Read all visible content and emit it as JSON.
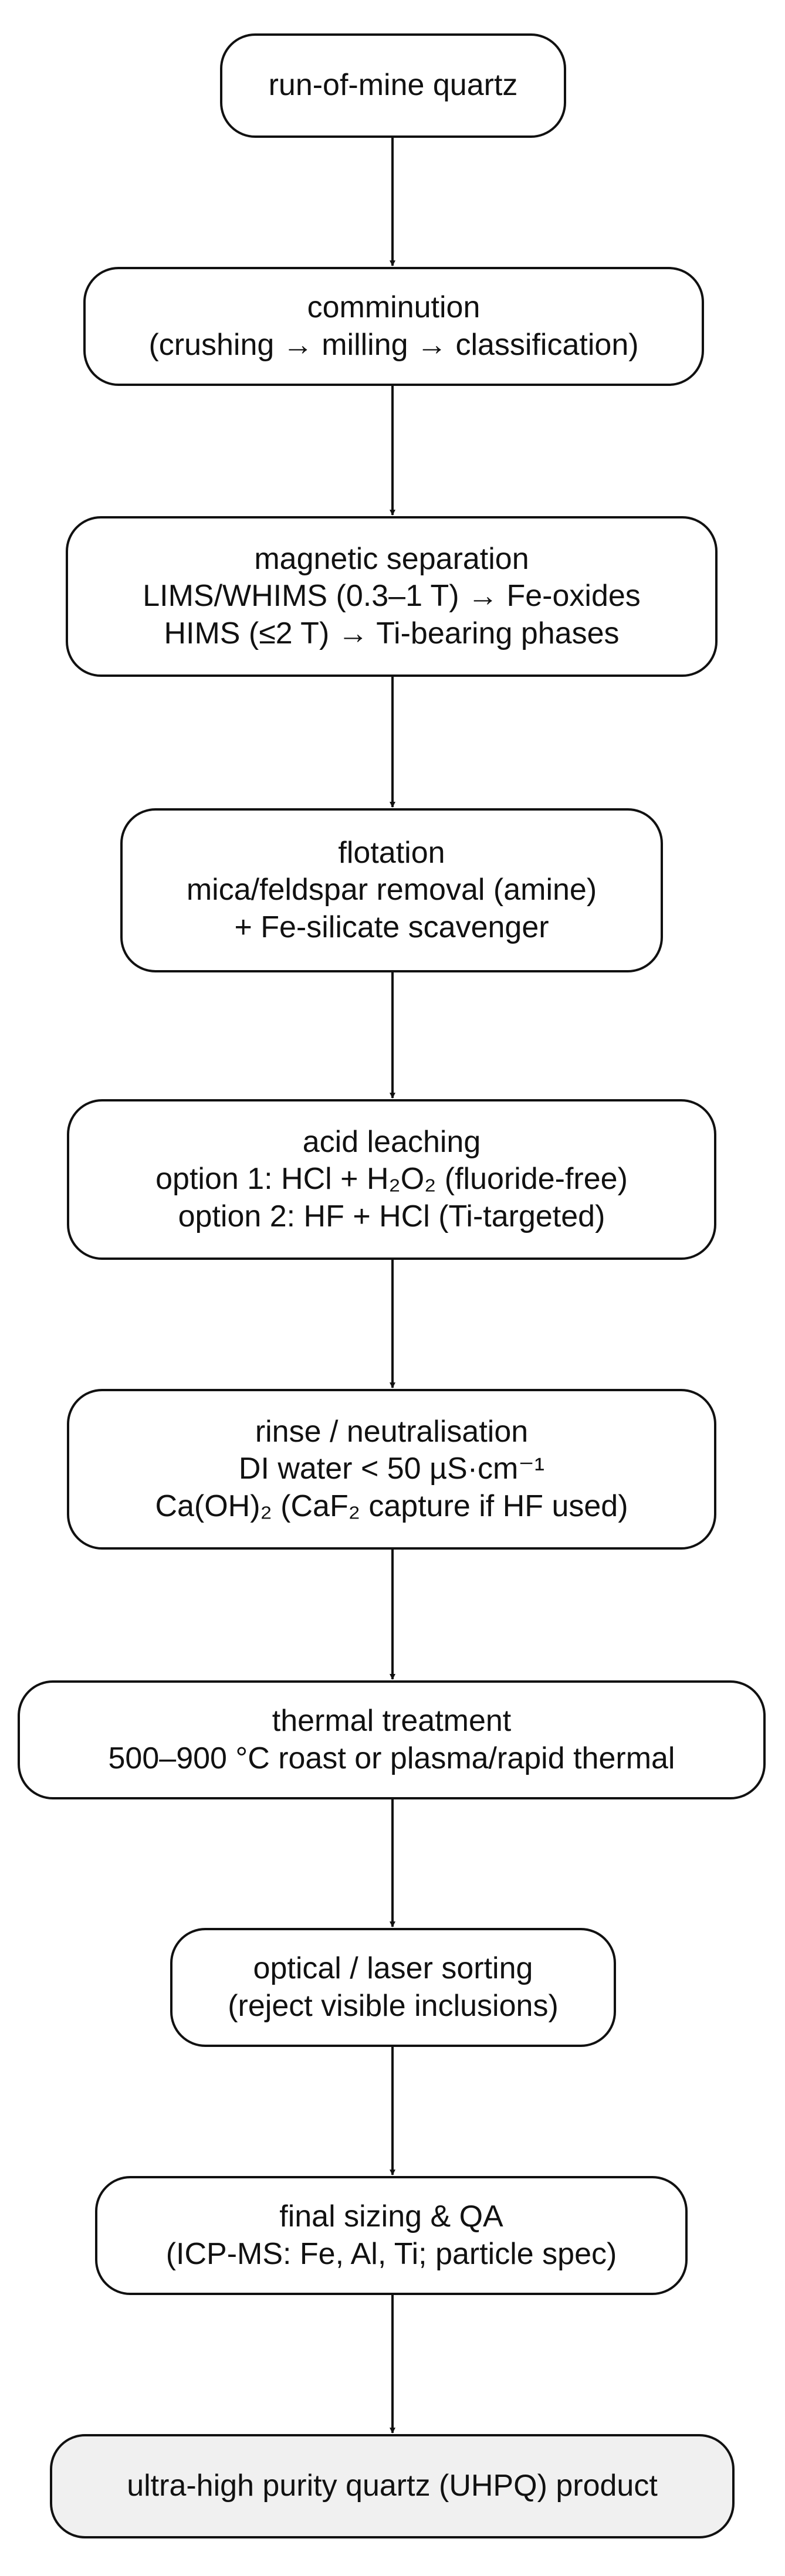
{
  "nodes": [
    {
      "id": "rom",
      "lines": [
        "run-of-mine quartz"
      ]
    },
    {
      "id": "comminution",
      "lines": [
        "comminution",
        "(crushing → milling → classification)"
      ]
    },
    {
      "id": "magnetic",
      "lines": [
        "magnetic separation",
        "LIMS/WHIMS (0.3–1 T) → Fe-oxides",
        "HIMS (≤2 T) → Ti-bearing phases"
      ]
    },
    {
      "id": "flotation",
      "lines": [
        "flotation",
        "mica/feldspar removal (amine)",
        "+ Fe-silicate scavenger"
      ]
    },
    {
      "id": "acid",
      "lines": [
        "acid leaching",
        "option 1: HCl + H₂O₂ (fluoride-free)",
        "option 2: HF + HCl (Ti-targeted)"
      ]
    },
    {
      "id": "rinse",
      "lines": [
        "rinse / neutralisation",
        "DI water < 50 µS·cm⁻¹",
        "Ca(OH)₂ (CaF₂ capture if HF used)"
      ]
    },
    {
      "id": "thermal",
      "lines": [
        "thermal treatment",
        "500–900 °C roast or plasma/rapid thermal"
      ]
    },
    {
      "id": "optical",
      "lines": [
        "optical / laser sorting",
        "(reject visible inclusions)"
      ]
    },
    {
      "id": "final-sizing",
      "lines": [
        "final sizing & QA",
        "(ICP-MS: Fe, Al, Ti; particle spec)"
      ]
    },
    {
      "id": "product",
      "lines": [
        "ultra-high purity quartz (UHPQ) product"
      ]
    }
  ],
  "edges": [
    [
      "rom",
      "comminution"
    ],
    [
      "comminution",
      "magnetic"
    ],
    [
      "magnetic",
      "flotation"
    ],
    [
      "flotation",
      "acid"
    ],
    [
      "acid",
      "rinse"
    ],
    [
      "rinse",
      "thermal"
    ],
    [
      "thermal",
      "optical"
    ],
    [
      "optical",
      "final-sizing"
    ],
    [
      "final-sizing",
      "product"
    ]
  ],
  "colors": {
    "stroke": "#111111",
    "node_fill": "#ffffff",
    "final_fill": "#f0f0f0"
  }
}
